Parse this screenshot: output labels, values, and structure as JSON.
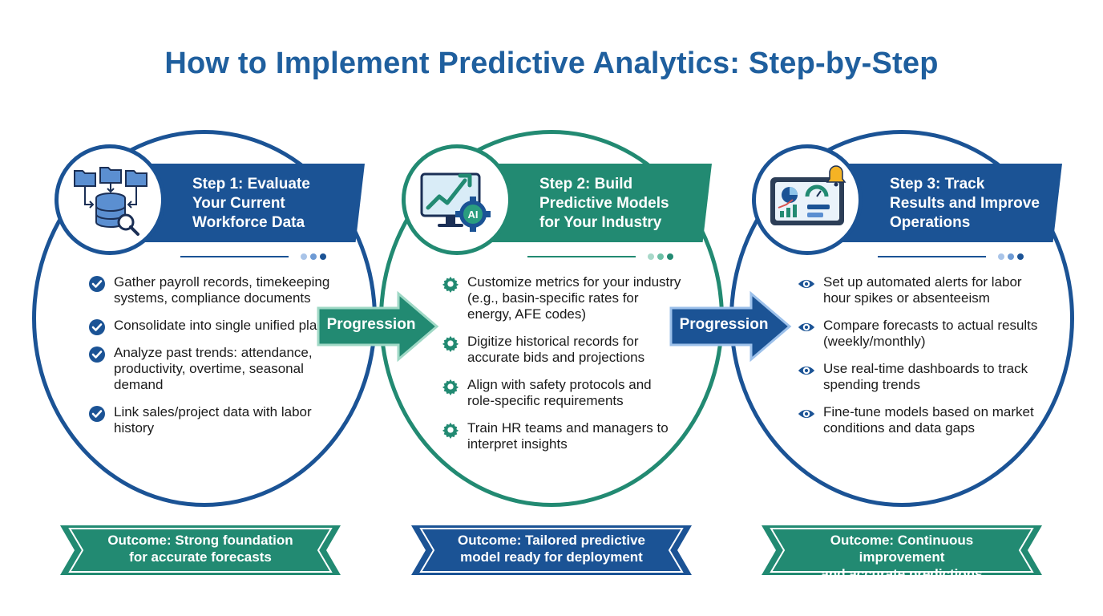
{
  "title": "How to Implement Predictive Analytics: Step-by-Step",
  "colors": {
    "blue": "#1b5395",
    "green": "#228a72",
    "title": "#1f5f9e"
  },
  "steps": [
    {
      "heading": [
        "Step 1: Evaluate",
        "Your Current",
        "Workforce Data"
      ],
      "icon": "database-folders-icon",
      "bullet_icon": "check-circle-icon",
      "items": [
        "Gather payroll records, timekeeping systems, compliance documents",
        "Consolidate into single unified platform",
        "Analyze past trends: attendance, productivity, overtime, seasonal demand",
        "Link sales/project data with labor history"
      ],
      "outcome": [
        "Outcome: Strong foundation",
        "for accurate forecasts"
      ]
    },
    {
      "heading": [
        "Step 2: Build",
        "Predictive Models",
        "for Your Industry"
      ],
      "icon": "ai-chart-monitor-icon",
      "icon_text": "AI",
      "bullet_icon": "gear-icon",
      "items": [
        "Customize metrics for your industry (e.g., basin-specific rates for energy, AFE codes)",
        "Digitize historical records for accurate bids and projections",
        "Align with safety protocols and role-specific requirements",
        "Train HR teams and managers to interpret insights"
      ],
      "outcome": [
        "Outcome: Tailored predictive",
        "model ready for deployment"
      ]
    },
    {
      "heading": [
        "Step 3: Track",
        "Results and Improve",
        "Operations"
      ],
      "icon": "dashboard-alert-icon",
      "bullet_icon": "eye-icon",
      "items": [
        "Set up automated alerts for labor hour spikes or absenteeism",
        "Compare forecasts to actual results (weekly/monthly)",
        "Use real-time dashboards to track spending trends",
        "Fine-tune models based on market conditions and data gaps"
      ],
      "outcome": [
        "Outcome: Continuous improvement",
        "and accurate predictions"
      ]
    }
  ],
  "arrows": [
    {
      "label": "Progression"
    },
    {
      "label": "Progression"
    }
  ]
}
